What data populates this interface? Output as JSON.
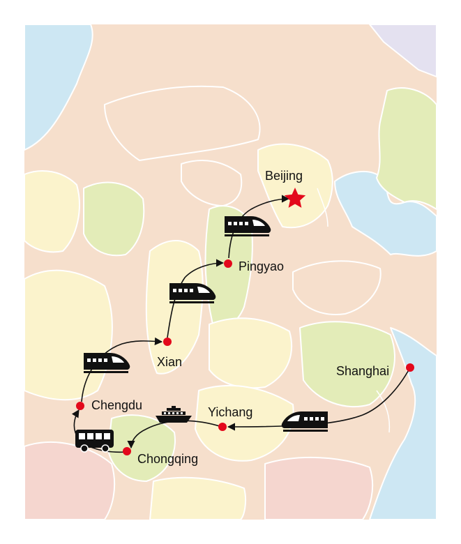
{
  "colors": {
    "sea": "#cde7f3",
    "land_peach": "#f6dfcc",
    "land_yellow": "#fbf3cc",
    "land_green": "#e3ecb8",
    "land_pink": "#f5d6cf",
    "land_lavender": "#e4e1f0",
    "border": "#ffffff",
    "city_dot": "#e3081b",
    "capital_star": "#e3081b",
    "route": "#111111",
    "icon": "#111111"
  },
  "cities": [
    {
      "id": "beijing",
      "name": "Beijing",
      "marker": "star"
    },
    {
      "id": "pingyao",
      "name": "Pingyao",
      "marker": "dot"
    },
    {
      "id": "xian",
      "name": "Xian",
      "marker": "dot"
    },
    {
      "id": "chengdu",
      "name": "Chengdu",
      "marker": "dot"
    },
    {
      "id": "chongqing",
      "name": "Chongqing",
      "marker": "dot"
    },
    {
      "id": "yichang",
      "name": "Yichang",
      "marker": "dot"
    },
    {
      "id": "shanghai",
      "name": "Shanghai",
      "marker": "dot"
    }
  ],
  "legs": [
    {
      "from": "Shanghai",
      "to": "Yichang",
      "transport": "train-icon"
    },
    {
      "from": "Yichang",
      "to": "Chongqing",
      "transport": "cruise-ship-icon"
    },
    {
      "from": "Chongqing",
      "to": "Chengdu",
      "transport": "bus-icon"
    },
    {
      "from": "Chengdu",
      "to": "Xian",
      "transport": "train-icon"
    },
    {
      "from": "Xian",
      "to": "Pingyao",
      "transport": "train-icon"
    },
    {
      "from": "Pingyao",
      "to": "Beijing",
      "transport": "train-icon"
    }
  ]
}
